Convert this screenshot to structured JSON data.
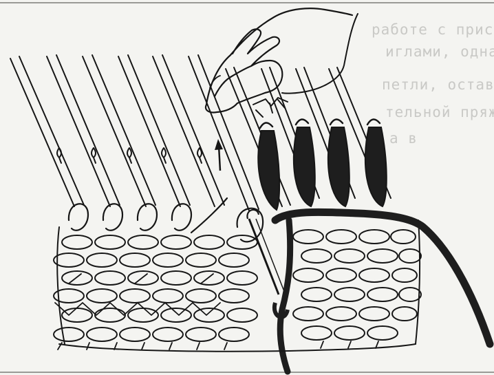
{
  "image": {
    "subject": "knitting-machine-illustration",
    "colors": {
      "paper": "#f4f4f1",
      "ink": "#161616",
      "dark_yarn": "#1e1e1e",
      "bleed_text": "#c9c9c6"
    }
  },
  "bleed_through_text": [
    "работе с приспособ",
    "иглами, однако",
    "петли, оставшиеся",
    "тельной пряжей",
    "а в"
  ]
}
